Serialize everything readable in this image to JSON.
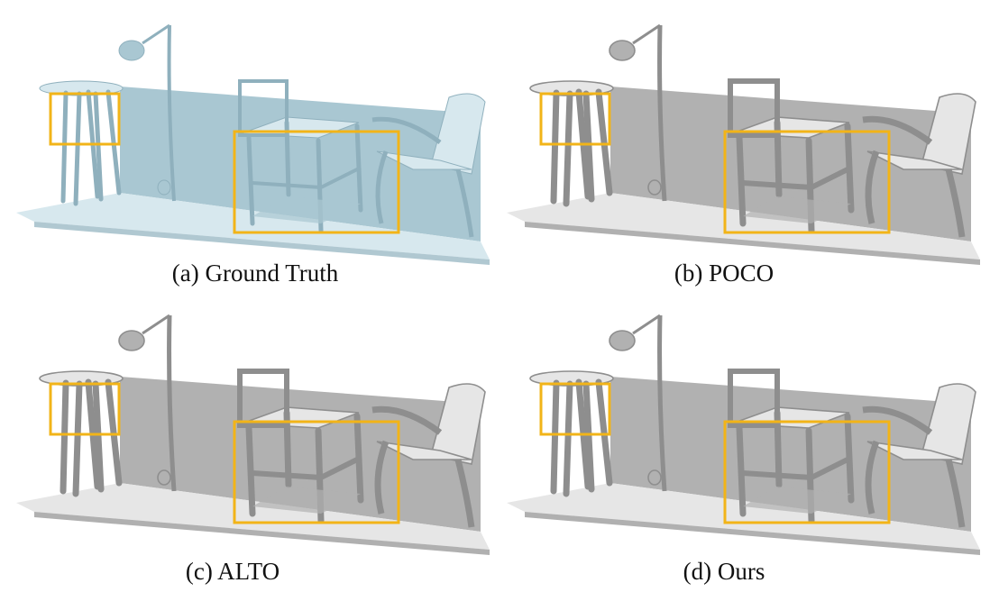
{
  "figure": {
    "panels": [
      {
        "id": "a",
        "caption": "(a) Ground Truth",
        "style": "ground-truth"
      },
      {
        "id": "b",
        "caption": "(b) POCO",
        "style": "reconstruction"
      },
      {
        "id": "c",
        "caption": "(c) ALTO",
        "style": "reconstruction"
      },
      {
        "id": "d",
        "caption": "(d) Ours",
        "style": "reconstruction"
      }
    ],
    "colors": {
      "highlight_box": "#f2b418",
      "ground_truth_tint": "#bcd6df",
      "reconstruction_tint": "#c9c9c9"
    }
  }
}
